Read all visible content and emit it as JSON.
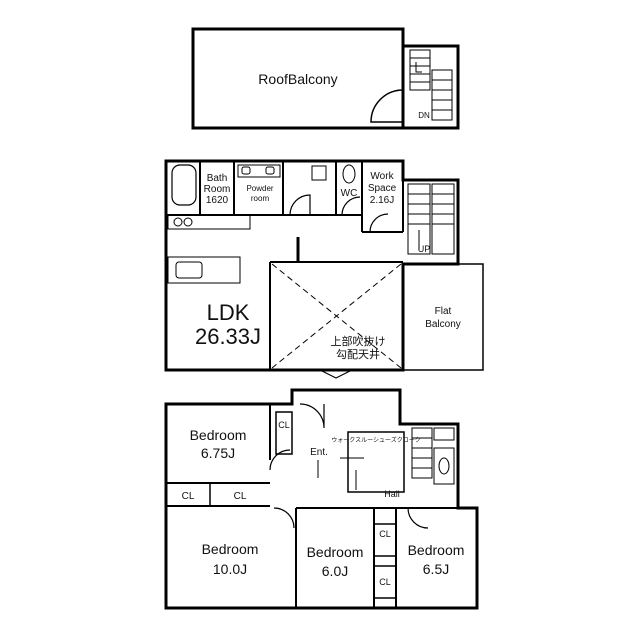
{
  "roof": {
    "balcony": "RoofBalcony",
    "stair_dn": "DN"
  },
  "second_floor": {
    "bath_room": [
      "Bath",
      "Room",
      "1620"
    ],
    "powder_room": [
      "Powder",
      "room"
    ],
    "wc": "WC",
    "work_space": [
      "Work",
      "Space",
      "2.16J"
    ],
    "stair_up": "UP",
    "ldk": [
      "LDK",
      "26.33J"
    ],
    "void": [
      "上部吹抜け",
      "勾配天井"
    ],
    "flat_balcony": [
      "Flat",
      "Balcony"
    ]
  },
  "first_floor": {
    "bedroom_a": [
      "Bedroom",
      "6.75J"
    ],
    "bedroom_b": [
      "Bedroom",
      "10.0J"
    ],
    "bedroom_c": [
      "Bedroom",
      "6.0J"
    ],
    "bedroom_d": [
      "Bedroom",
      "6.5J"
    ],
    "closet": "CL",
    "entrance": "Ent.",
    "walk_through_closet": "ウォークスルーシューズクローク",
    "hall": "Hall"
  }
}
